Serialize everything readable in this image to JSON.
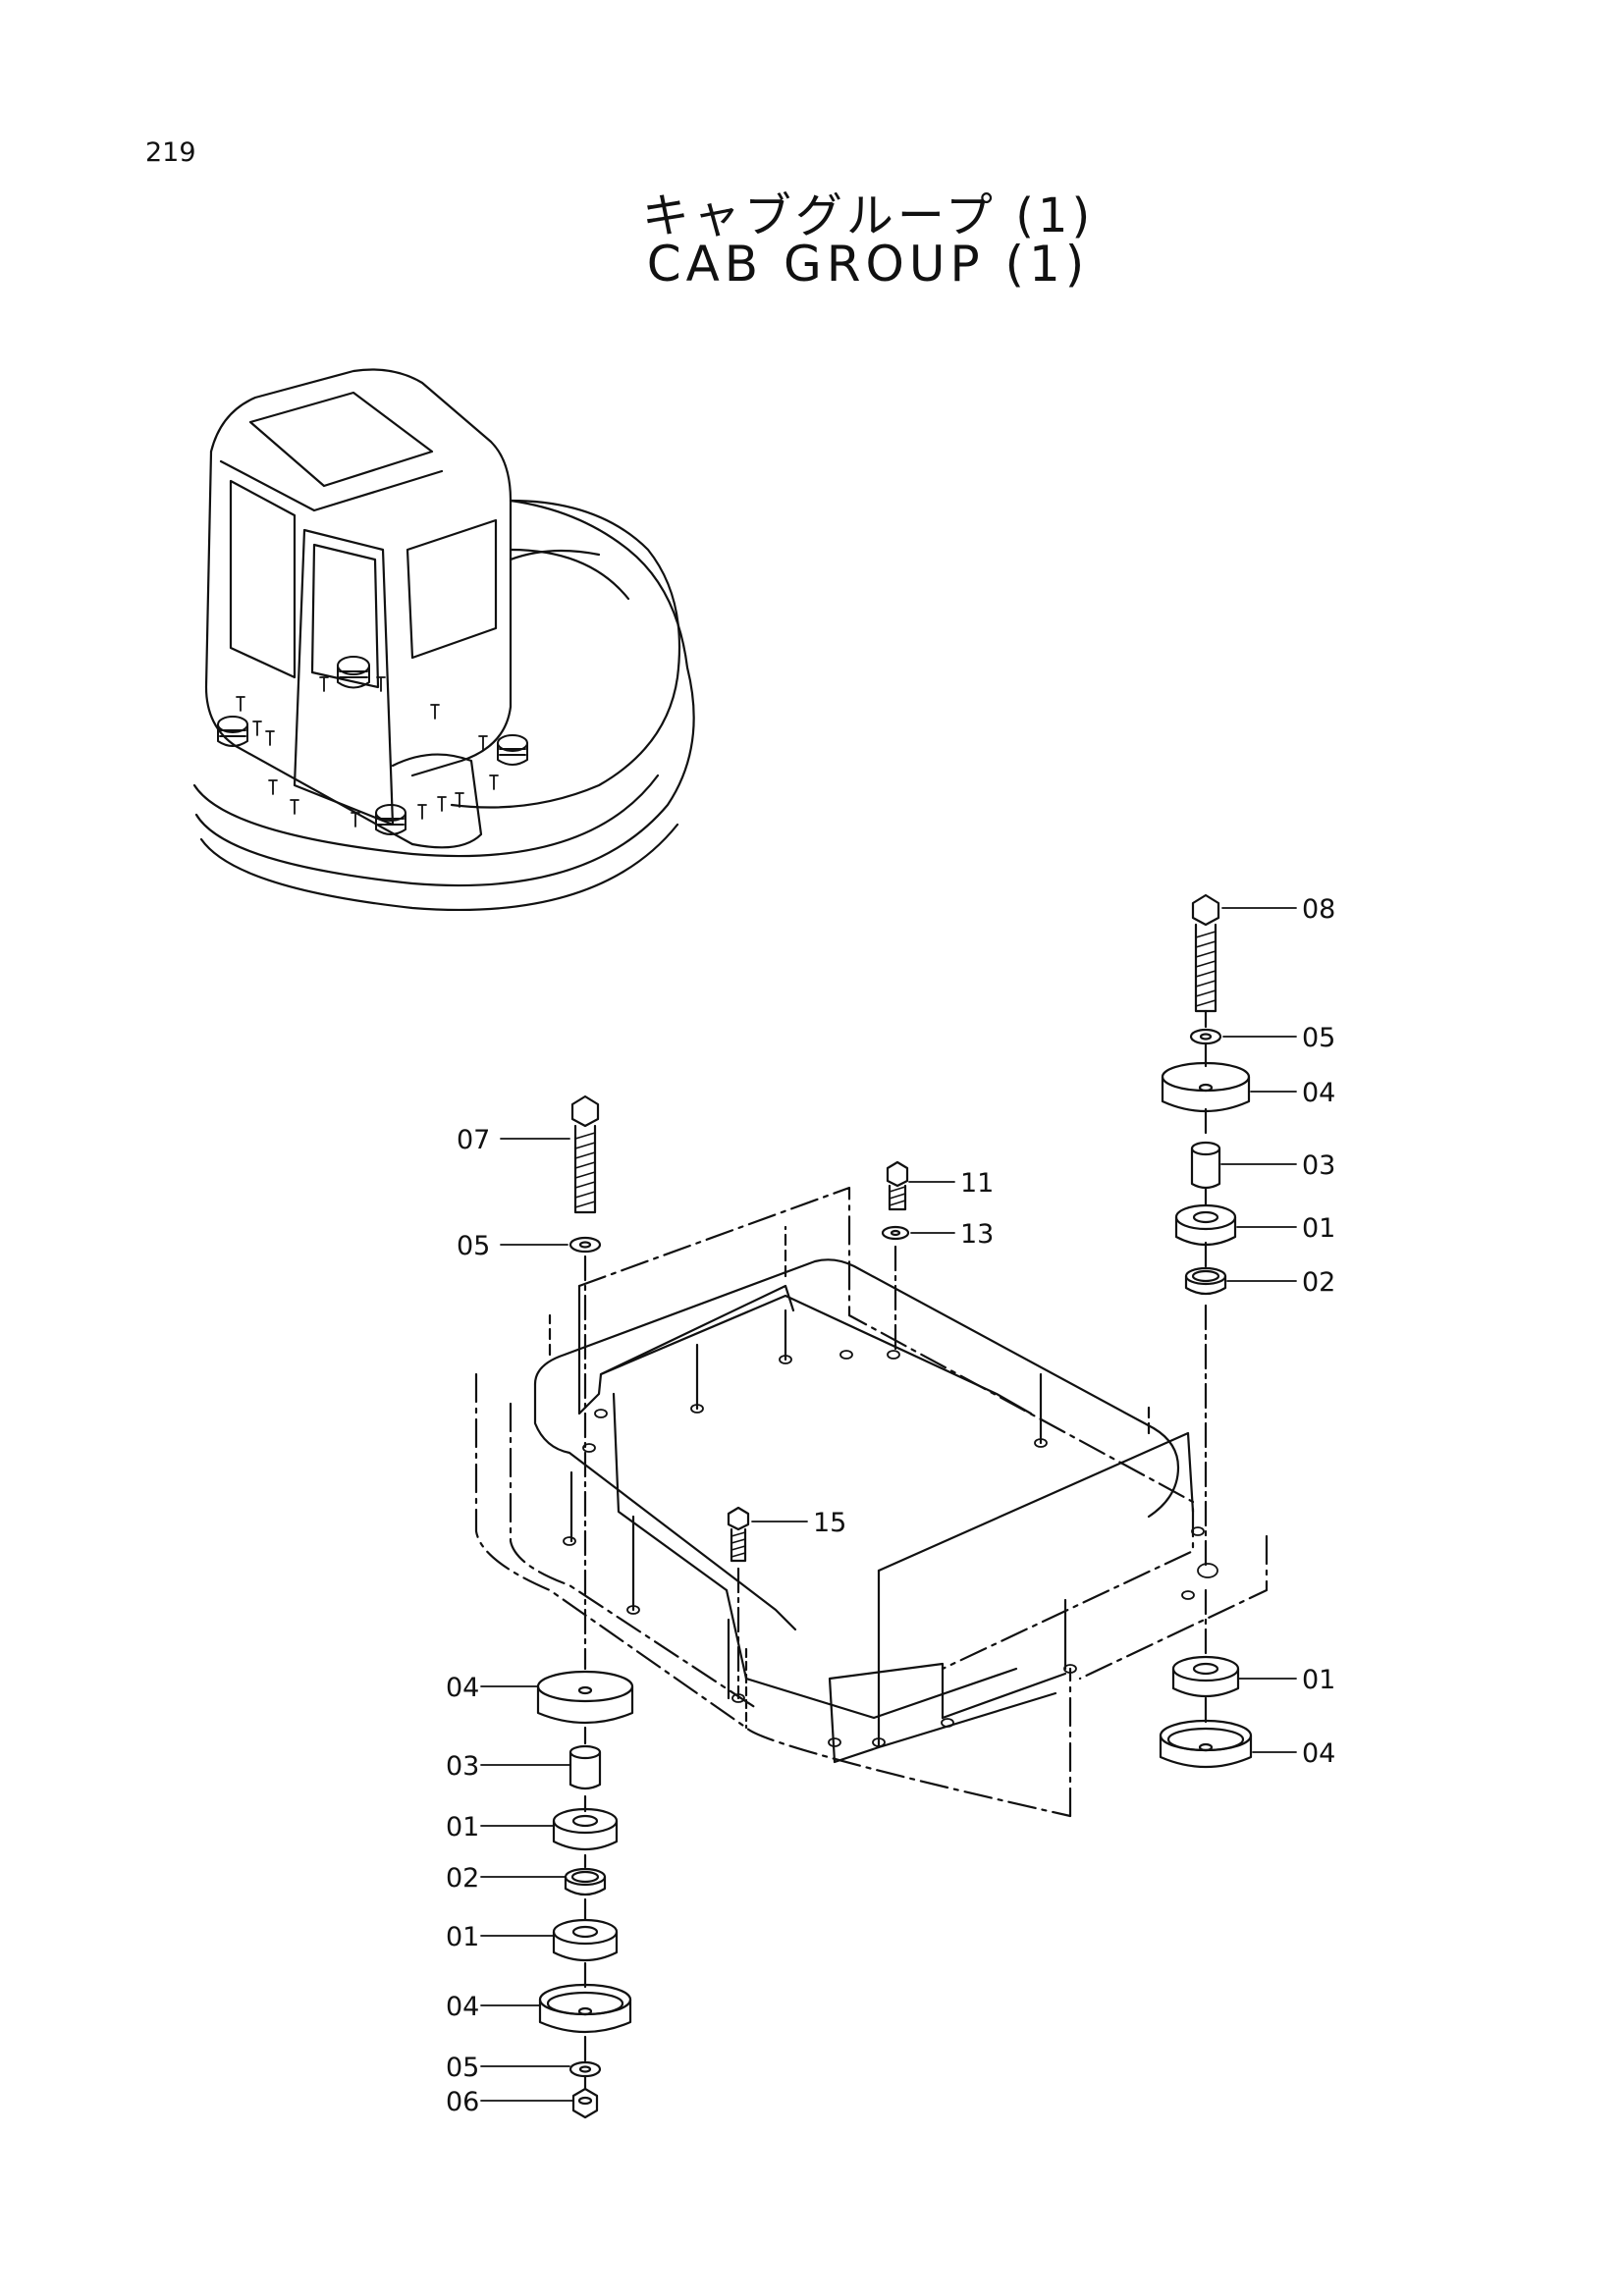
{
  "page_number": "219",
  "title_jp": "キャブグループ (1)",
  "title_en": "CAB GROUP (1)",
  "callouts": {
    "c08": "08",
    "c05_right": "05",
    "c04_right_top": "04",
    "c03_right": "03",
    "c01_right_top": "01",
    "c02_right": "02",
    "c11": "11",
    "c13": "13",
    "c07": "07",
    "c05_left_top": "05",
    "c15": "15",
    "c01_right_bottom": "01",
    "c04_right_bottom": "04",
    "c04_left_top": "04",
    "c03_left": "03",
    "c01_left_top": "01",
    "c02_left": "02",
    "c01_left_bottom": "01",
    "c04_left_bottom": "04",
    "c05_left_bottom": "05",
    "c06": "06"
  }
}
